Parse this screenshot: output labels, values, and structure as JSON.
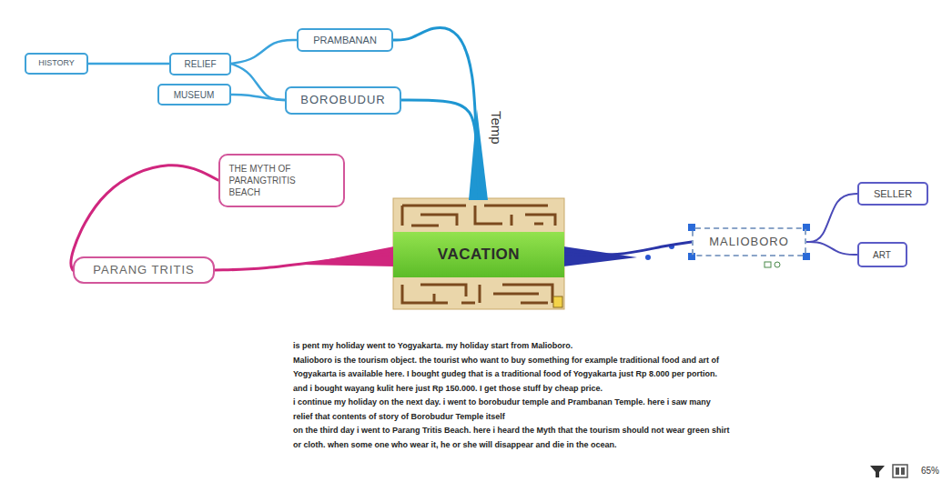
{
  "diagram": {
    "nodes": [
      {
        "text": [
          "HISTORY"
        ]
      },
      {
        "text": [
          "RELIEF"
        ]
      },
      {
        "text": [
          "PRAMBANAN"
        ]
      },
      {
        "text": [
          "MUSEUM"
        ]
      },
      {
        "text": [
          "BOROBUDUR"
        ]
      },
      {
        "text": [
          "THE MYTH OF PARANGTRITIS BEACH"
        ]
      },
      {
        "text": [
          "VACATION"
        ]
      },
      {
        "text": [
          "PARANG TRITIS"
        ]
      },
      {
        "text": [
          "MALIOBORO"
        ]
      },
      {
        "text": [
          "SELLER"
        ]
      },
      {
        "text": [
          "ART"
        ]
      }
    ],
    "edges": [
      {
        "from": 6,
        "to": 2,
        "arrow": "none",
        "label": "Temp"
      },
      {
        "from": 6,
        "to": 4,
        "arrow": "none"
      },
      {
        "from": 2,
        "to": 1,
        "arrow": "none"
      },
      {
        "from": 4,
        "to": 1,
        "arrow": "none"
      },
      {
        "from": 4,
        "to": 3,
        "arrow": "none"
      },
      {
        "from": 1,
        "to": 0,
        "arrow": "none"
      },
      {
        "from": 6,
        "to": 7,
        "arrow": "none"
      },
      {
        "from": 7,
        "to": 5,
        "arrow": "none"
      },
      {
        "from": 6,
        "to": 8,
        "arrow": "none"
      },
      {
        "from": 8,
        "to": 9,
        "arrow": "none"
      },
      {
        "from": 8,
        "to": 10,
        "arrow": "none"
      }
    ],
    "labels": [
      "is pent my holiday went to Yogyakarta. my holiday start from Malioboro.",
      "Malioboro is the tourism object. the tourist who want to buy something for example traditional food and art of Yogyakarta is available here. I bought gudeg that is a traditional food of Yogyakarta just Rp 8.000 per portion. and i bought wayang kulit here just Rp 150.000. I get those stuff by cheap price.",
      "i continue my holiday on the next day. i went to borobudur temple and Prambanan Temple. here i saw many relief that contents of story of Borobudur Temple itself",
      "on the third day i went to Parang Tritis Beach. here i heard the Myth that the tourism should not wear green shirt or cloth. when some one who wear it, he or she will disappear and die in the ocean.",
      "65%"
    ]
  }
}
